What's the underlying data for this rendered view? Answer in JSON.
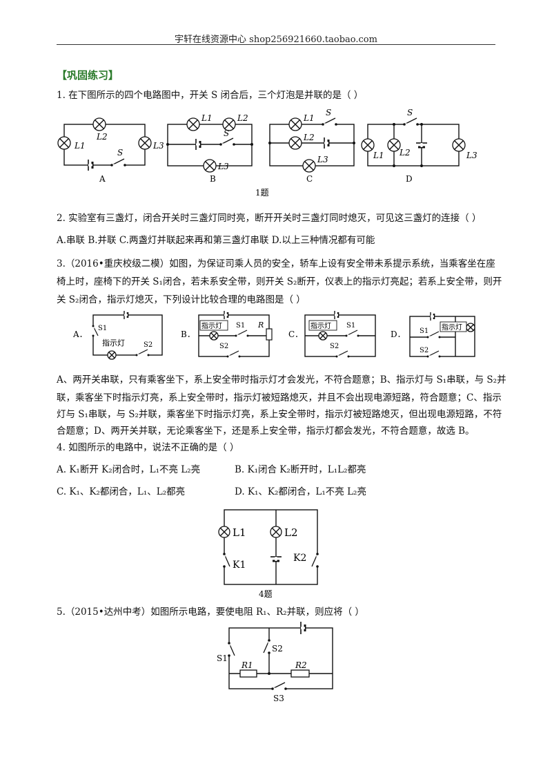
{
  "header": "宇轩在线资源中心   shop256921660.taobao.com",
  "section_title": "【巩固练习】",
  "q1": {
    "text": "1.  在下图所示的四个电路图中，开关 S 闭合后，三个灯泡是并联的是（      ）",
    "labels": {
      "A": "A",
      "B": "B",
      "C": "C",
      "D": "D"
    },
    "caption": "1题",
    "marks": {
      "L1": "L1",
      "L2": "L2",
      "L3": "L3",
      "S": "S"
    }
  },
  "q2": {
    "text": "2.  实验室有三盏灯，闭合开关时三盏灯同时亮，断开开关时三盏灯同时熄灭，可见这三盏灯的连接（    ）",
    "options": "A.串联        B.并联        C.两盏灯并联起来再和第三盏灯串联        D.以上三种情况都有可能"
  },
  "q3": {
    "line1": "3.（2016•重庆校级二模）如图，为保证司乘人员的安全，轿车上设有安全带未系提示系统，当乘客坐在座",
    "line2": "椅上时，座椅下的开关 S₁闭合，若未系安全带，则开关 S₂断开，仪表上的指示灯亮起；若系上安全带，则开",
    "line3": "关 S₂闭合，指示灯熄灭，下列设计比较合理的电路图是（      ）",
    "labels": {
      "A": "A．",
      "B": "B．",
      "C": "C．",
      "D": "D．"
    },
    "lamp_label": "指示灯",
    "marks": {
      "S1": "S1",
      "S2": "S2",
      "R": "R"
    }
  },
  "q3_answer": {
    "line1": "A、两开关串联，只有乘客坐下，系上安全带时指示灯才会发光，不符合题意；B、指示灯与 S₁串联，与 S₂并",
    "line2": "联，乘客坐下时指示灯亮，系上安全带时，指示灯被短路熄灭，并且不会出现电源短路，符合题意；C、指示",
    "line3": "灯与 S₁串联，与 S₂并联，乘客坐下时指示灯亮，系上安全带时，指示灯被短路熄灭，但出现电源短路，不符",
    "line4": "合题意；D、两开关并联，无论乘客坐下，还是系上安全带，指示灯都会发光，不符合题意，故选 B。"
  },
  "q4": {
    "text": "4.  如图所示的电路中，说法不正确的是（      ）",
    "optA": "A.  K₁断开 K₂闭合时，L₁不亮 L₂亮",
    "optB": "B.  K₁闭合 K₂断开时，L₁L₂都亮",
    "optC": "C.  K₁、K₂都闭合，L₁、L₂都亮",
    "optD": "D.  K₁、K₂都闭合，L₁不亮 L₂亮",
    "caption": "4题",
    "marks": {
      "L1": "L1",
      "L2": "L2",
      "K1": "K1",
      "K2": "K2"
    }
  },
  "q5": {
    "text": "5.（2015•达州中考）如图所示电路，要使电阻 R₁、R₂并联，则应将（      ）",
    "marks": {
      "S1": "S1",
      "S2": "S2",
      "S3": "S3",
      "R1": "R1",
      "R2": "R2"
    }
  }
}
